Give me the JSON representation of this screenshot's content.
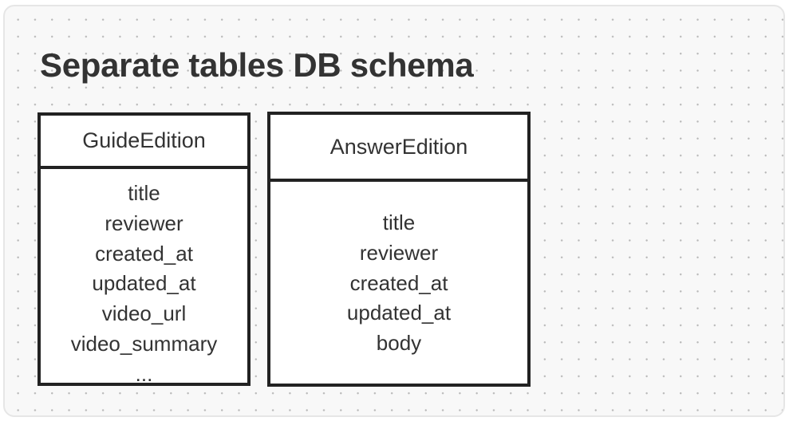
{
  "diagram": {
    "title": "Separate tables DB schema",
    "tables": [
      {
        "name": "GuideEdition",
        "fields": [
          "title",
          "reviewer",
          "created_at",
          "updated_at",
          "video_url",
          "video_summary",
          "..."
        ]
      },
      {
        "name": "AnswerEdition",
        "fields": [
          "title",
          "reviewer",
          "created_at",
          "updated_at",
          "body"
        ]
      }
    ]
  },
  "colors": {
    "border": "#222222",
    "text": "#333333",
    "background": "#f8f8f8"
  }
}
